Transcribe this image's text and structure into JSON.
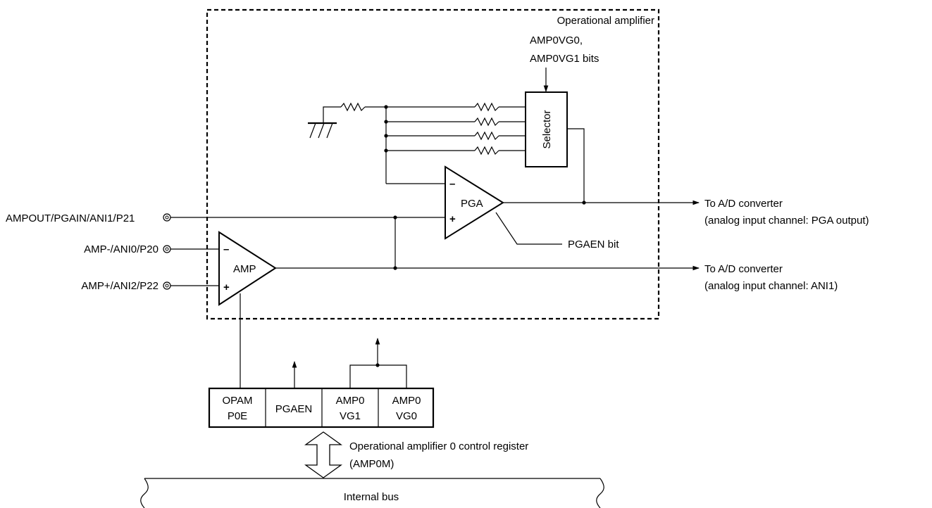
{
  "block": {
    "title": "Operational amplifier",
    "gain_bits_line1": "AMP0VG0,",
    "gain_bits_line2": "AMP0VG1 bits"
  },
  "selector": {
    "label": "Selector"
  },
  "pga": {
    "label": "PGA",
    "minus": "–",
    "plus": "+",
    "enable_label": "PGAEN bit"
  },
  "amp": {
    "label": "AMP",
    "minus": "–",
    "plus": "+"
  },
  "pins": {
    "ampout": "AMPOUT/PGAIN/ANI1/P21",
    "amp_minus": "AMP-/ANI0/P20",
    "amp_plus": "AMP+/ANI2/P22"
  },
  "outputs": {
    "pga_line1": "To A/D converter",
    "pga_line2": "(analog input channel: PGA output)",
    "ani1_line1": "To A/D converter",
    "ani1_line2": "(analog input channel: ANI1)"
  },
  "register": {
    "cells": [
      {
        "line1": "OPAM",
        "line2": "P0E"
      },
      {
        "line1": "PGAEN",
        "line2": ""
      },
      {
        "line1": "AMP0",
        "line2": "VG1"
      },
      {
        "line1": "AMP0",
        "line2": "VG0"
      }
    ],
    "name_line1": "Operational amplifier 0 control register",
    "name_line2": "(AMP0M)"
  },
  "bus": {
    "label": "Internal bus"
  }
}
